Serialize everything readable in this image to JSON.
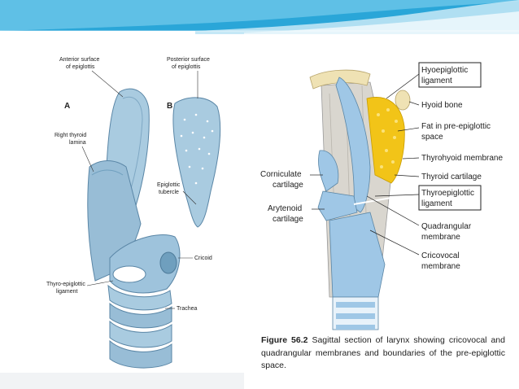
{
  "slide": {
    "background": "#ffffff",
    "banner_colors": [
      "#2aa6d8",
      "#7fd0ee",
      "#d4eef8"
    ]
  },
  "left_figure": {
    "panel_a_letter": "A",
    "panel_b_letter": "B",
    "labels": {
      "anterior_surface_line1": "Anterior surface",
      "anterior_surface_line2": "of epiglottis",
      "posterior_surface_line1": "Posterior surface",
      "posterior_surface_line2": "of epiglottis",
      "right_thyroid_line1": "Right thyroid",
      "right_thyroid_line2": "lamina",
      "epiglottic_tubercle_line1": "Epiglottic",
      "epiglottic_tubercle_line2": "tubercle",
      "cricoid": "Cricoid",
      "thyro_epiglottic_line1": "Thyro-epiglottic",
      "thyro_epiglottic_line2": "ligament",
      "trachea": "Trachea"
    },
    "colors": {
      "cartilage": "#a9cbe0",
      "cartilage_dark": "#6f9fbe",
      "outline": "#5a86a6"
    }
  },
  "right_figure": {
    "labels": {
      "hyoepiglottic_line1": "Hyoepiglottic",
      "hyoepiglottic_line2": "ligament",
      "hyoid_bone": "Hyoid bone",
      "fat_line1": "Fat in pre-epiglottic",
      "fat_line2": "space",
      "thyrohyoid": "Thyrohyoid membrane",
      "thyroid_cartilage": "Thyroid cartilage",
      "thyroepiglottic_line1": "Thyroepiglottic",
      "thyroepiglottic_line2": "ligament",
      "corniculate_line1": "Corniculate",
      "corniculate_line2": "cartilage",
      "arytenoid_line1": "Arytenoid",
      "arytenoid_line2": "cartilage",
      "quadrangular_line1": "Quadrangular",
      "quadrangular_line2": "membrane",
      "cricovocal_line1": "Cricovocal",
      "cricovocal_line2": "membrane"
    },
    "colors": {
      "cartilage": "#9fc7e6",
      "fat": "#f2c418",
      "muscle": "#d9d6cf",
      "hyoid": "#efe2b4"
    }
  },
  "caption": {
    "figure_label": "Figure 56.2",
    "line1": "Sagittal section of larynx showing cricovocal and",
    "line2": "quadrangular membranes and boundaries of the pre-epiglottic",
    "line3": "space."
  }
}
